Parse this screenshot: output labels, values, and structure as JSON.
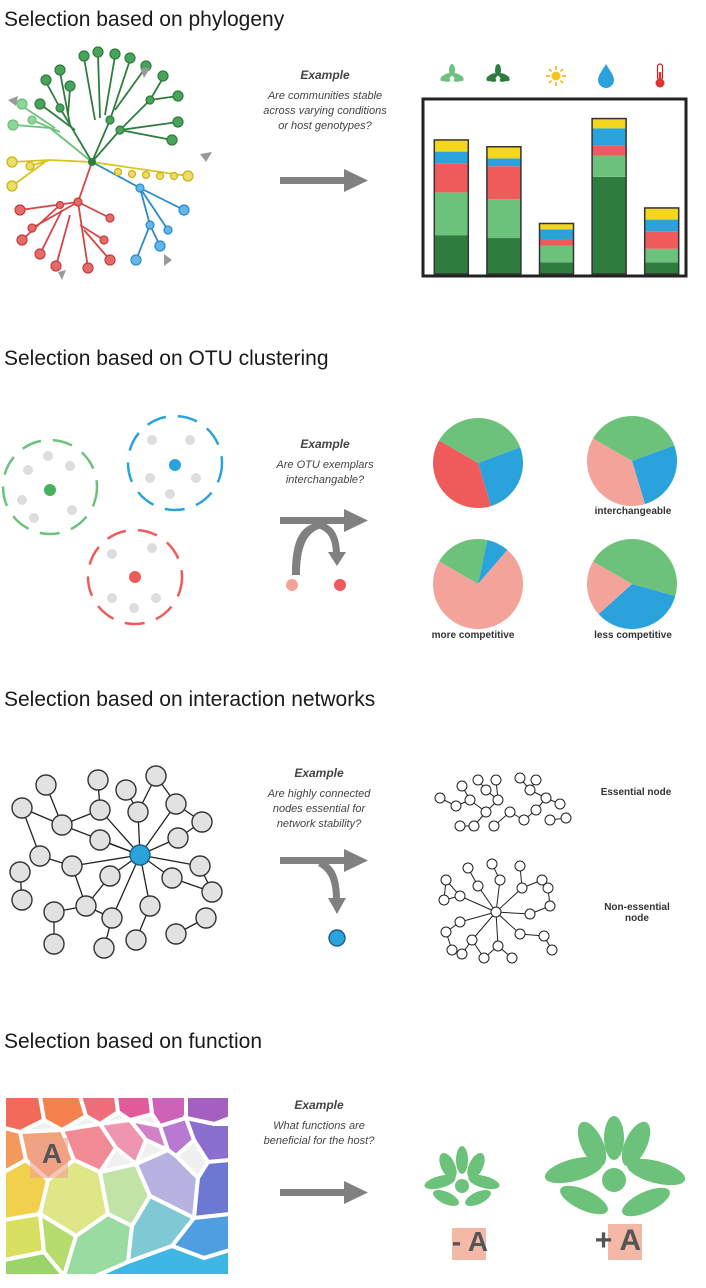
{
  "sections": [
    {
      "title": "Selection based on phylogeny",
      "example_heading": "Example",
      "example_text": "Are communities stable across varying conditions or host genotypes?"
    },
    {
      "title": "Selection based on OTU clustering",
      "example_heading": "Example",
      "example_text": "Are OTU exemplars interchangable?",
      "labels": [
        "interchangeable",
        "more competitive",
        "less competitive"
      ]
    },
    {
      "title": "Selection based on interaction networks",
      "example_heading": "Example",
      "example_text": "Are highly connected nodes essential for network stability?",
      "labels": [
        "Essential node",
        "Non-essential node"
      ]
    },
    {
      "title": "Selection based on function",
      "example_heading": "Example",
      "example_text": "What functions are beneficial for the host?",
      "function_letter": "A",
      "minus_label": "- A",
      "plus_label": "+ A"
    }
  ],
  "colors": {
    "dark_green": "#2e7d3e",
    "light_green": "#6cc27a",
    "red": "#ef5b5b",
    "pink": "#f4a39a",
    "blue": "#2aa3dd",
    "yellow": "#f5d61e",
    "gray_arrow": "#808080"
  },
  "condition_icons": [
    "plant-icon",
    "dark-plant-icon",
    "sun-icon",
    "water-drop-icon",
    "thermometer-icon"
  ],
  "chart_data": {
    "type": "bar",
    "stacked": true,
    "categories": [
      "plant-icon",
      "dark-plant-icon",
      "sun-icon",
      "water-drop-icon",
      "thermometer-icon"
    ],
    "series": [
      {
        "color": "#2e7d3e",
        "values": [
          40,
          37,
          12,
          100,
          12
        ]
      },
      {
        "color": "#6cc27a",
        "values": [
          44,
          40,
          17,
          22,
          14
        ]
      },
      {
        "color": "#ef5b5b",
        "values": [
          30,
          34,
          7,
          10,
          18
        ]
      },
      {
        "color": "#2aa3dd",
        "values": [
          12,
          8,
          10,
          18,
          12
        ]
      },
      {
        "color": "#f5d61e",
        "values": [
          12,
          12,
          6,
          10,
          12
        ]
      }
    ],
    "ylim": [
      0,
      175
    ]
  },
  "pies": [
    {
      "name": "pie-original",
      "slices": [
        {
          "color": "#6cc27a",
          "value": 36
        },
        {
          "color": "#2aa3dd",
          "value": 26
        },
        {
          "color": "#ef5b5b",
          "value": 38
        }
      ]
    },
    {
      "name": "pie-interchangeable",
      "slices": [
        {
          "color": "#6cc27a",
          "value": 36
        },
        {
          "color": "#2aa3dd",
          "value": 26
        },
        {
          "color": "#f4a39a",
          "value": 38
        }
      ]
    },
    {
      "name": "pie-more-competitive",
      "slices": [
        {
          "color": "#6cc27a",
          "value": 20
        },
        {
          "color": "#2aa3dd",
          "value": 8
        },
        {
          "color": "#f4a39a",
          "value": 72
        }
      ]
    },
    {
      "name": "pie-less-competitive",
      "slices": [
        {
          "color": "#6cc27a",
          "value": 46
        },
        {
          "color": "#2aa3dd",
          "value": 34
        },
        {
          "color": "#f4a39a",
          "value": 20
        }
      ]
    }
  ]
}
